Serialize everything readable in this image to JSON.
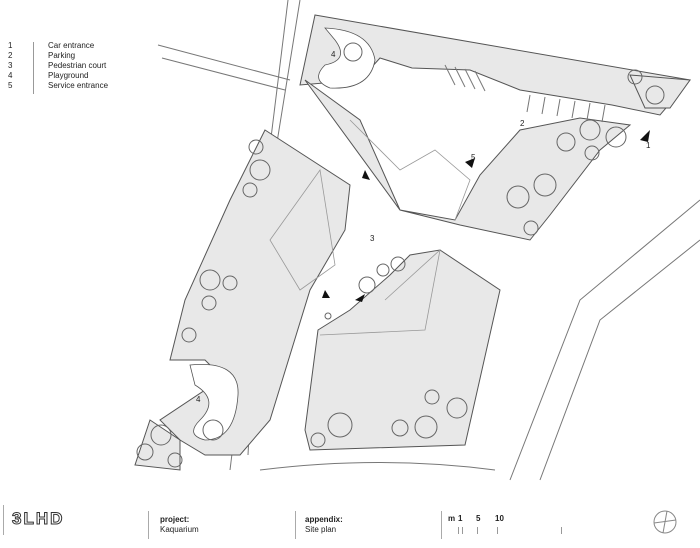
{
  "legend": [
    {
      "num": "1",
      "label": "Car entrance"
    },
    {
      "num": "2",
      "label": "Parking"
    },
    {
      "num": "3",
      "label": "Pedestrian court"
    },
    {
      "num": "4",
      "label": "Playground"
    },
    {
      "num": "5",
      "label": "Service entrance"
    }
  ],
  "plan_labels": {
    "l4a": "4",
    "l2": "2",
    "l5": "5",
    "l1": "1",
    "l3": "3",
    "l4b": "4"
  },
  "footer": {
    "logo": "3LHD",
    "project_label": "project:",
    "project_value": "Kaquarium",
    "appendix_label": "appendix:",
    "appendix_value": "Site plan",
    "scale_unit": "m",
    "scale_ticks": [
      "1",
      "5",
      "10"
    ]
  },
  "colors": {
    "fill": "#e8e8e8",
    "line": "#555555"
  }
}
